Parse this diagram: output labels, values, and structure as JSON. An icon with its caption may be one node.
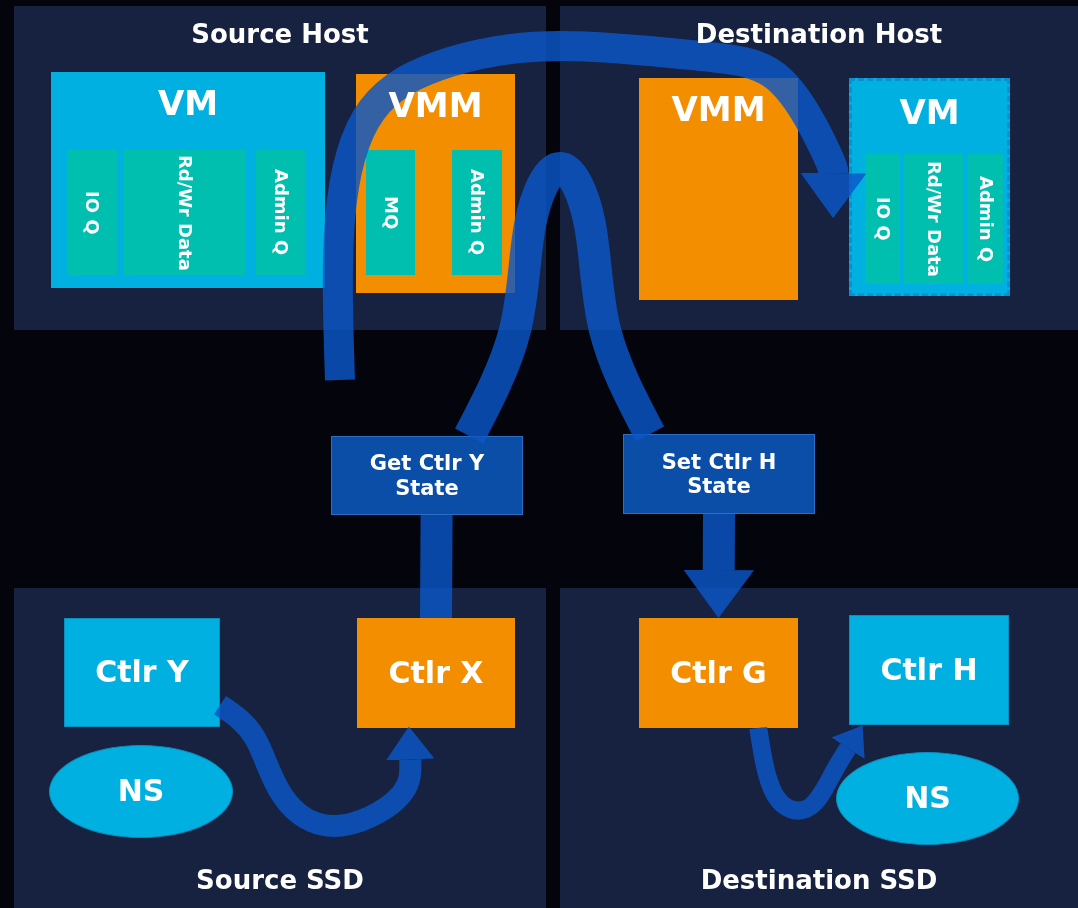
{
  "diagram": {
    "nodes": [
      {
        "text": [
          "Source Host"
        ]
      },
      {
        "text": [
          "VM"
        ],
        "in": 0
      },
      {
        "text": [
          "IO Q"
        ],
        "in": 1
      },
      {
        "text": [
          "Rd/Wr Data"
        ],
        "in": 1
      },
      {
        "text": [
          "Admin Q"
        ],
        "in": 1
      },
      {
        "text": [
          "VMM"
        ],
        "in": 0
      },
      {
        "text": [
          "MQ"
        ],
        "in": 5
      },
      {
        "text": [
          "Admin Q"
        ],
        "in": 5
      },
      {
        "text": [
          "Destination Host"
        ]
      },
      {
        "text": [
          "VMM"
        ],
        "in": 8
      },
      {
        "text": [
          "VM"
        ],
        "in": 8
      },
      {
        "text": [
          "IO Q"
        ],
        "in": 10
      },
      {
        "text": [
          "Rd/Wr Data"
        ],
        "in": 10
      },
      {
        "text": [
          "Admin Q"
        ],
        "in": 10
      },
      {
        "text": [
          "Get Ctlr Y State"
        ]
      },
      {
        "text": [
          "Set Ctlr H State"
        ]
      },
      {
        "text": [
          "Source SSD"
        ]
      },
      {
        "text": [
          "Ctlr Y"
        ],
        "in": 16
      },
      {
        "text": [
          "NS"
        ],
        "in": 16
      },
      {
        "text": [
          "Ctlr X"
        ],
        "in": 16
      },
      {
        "text": [
          "Destination SSD"
        ]
      },
      {
        "text": [
          "Ctlr G"
        ],
        "in": 20
      },
      {
        "text": [
          "Ctlr H"
        ],
        "in": 20
      },
      {
        "text": [
          "NS"
        ],
        "in": 20
      }
    ],
    "edges": [
      {
        "from": null,
        "to": 10,
        "arrow": "to"
      },
      {
        "from": 19,
        "to": 14,
        "arrow": "none"
      },
      {
        "from": 14,
        "to": 15,
        "arrow": "none"
      },
      {
        "from": 15,
        "to": 21,
        "arrow": "to"
      },
      {
        "from": 17,
        "to": 19,
        "arrow": "to"
      },
      {
        "from": 21,
        "to": 22,
        "arrow": "to"
      }
    ]
  }
}
